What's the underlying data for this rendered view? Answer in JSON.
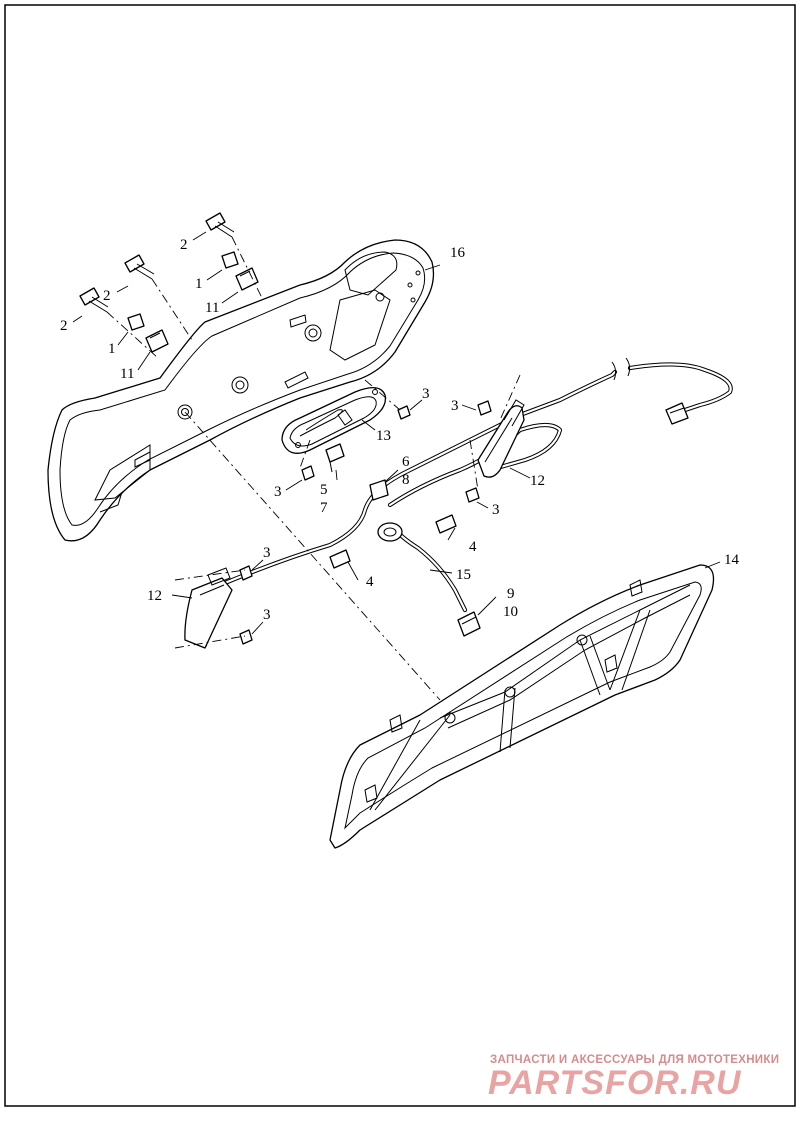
{
  "diagram": {
    "callouts": {
      "c1a": "1",
      "c1b": "1",
      "c2a": "2",
      "c2b": "2",
      "c2c": "2",
      "c3a": "3",
      "c3b": "3",
      "c3c": "3",
      "c3d": "3",
      "c3e": "3",
      "c3f": "3",
      "c4a": "4",
      "c4b": "4",
      "c5": "5",
      "c6": "6",
      "c7": "7",
      "c8": "8",
      "c9": "9",
      "c10": "10",
      "c11a": "11",
      "c11b": "11",
      "c12a": "12",
      "c12b": "12",
      "c13": "13",
      "c14": "14",
      "c15": "15",
      "c16": "16"
    }
  },
  "watermark": {
    "tagline": "ЗАПЧАСТИ И АКСЕССУАРЫ ДЛЯ МОТОТЕХНИКИ",
    "logo": "PARTSFOR.RU",
    "color": "#e9a3a3"
  }
}
